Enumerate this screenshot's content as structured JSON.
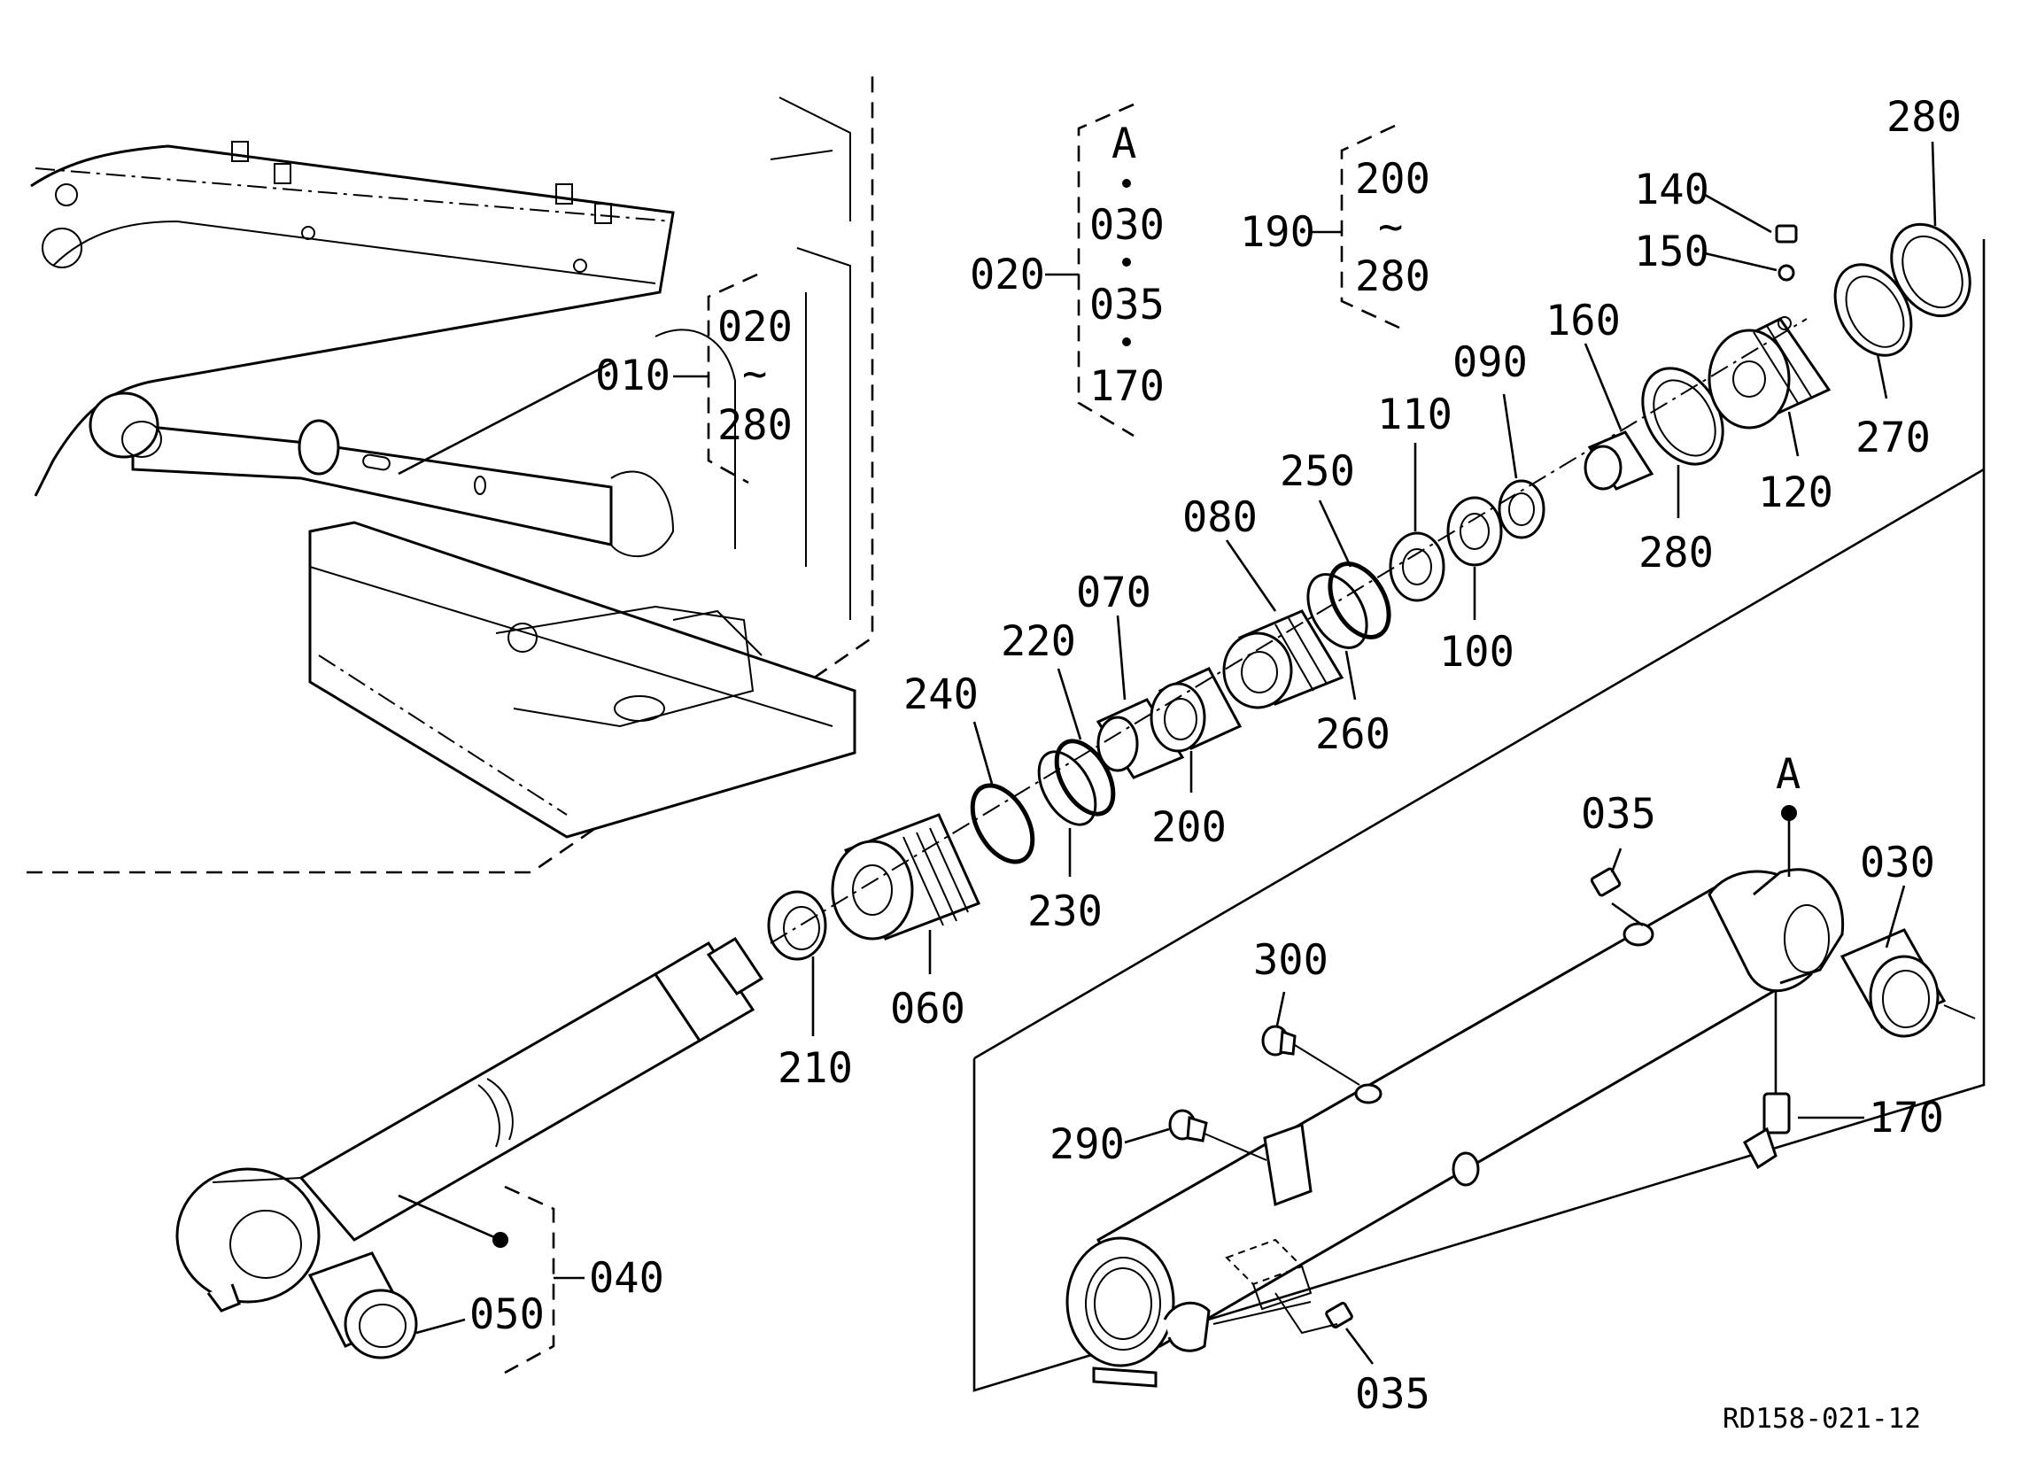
{
  "callouts": {
    "p010": "010",
    "p020": "020",
    "p030": "030",
    "p035a": "035",
    "p035b": "035",
    "p040": "040",
    "p050": "050",
    "p060": "060",
    "p070": "070",
    "p080": "080",
    "p090": "090",
    "p100": "100",
    "p110": "110",
    "p120": "120",
    "p140": "140",
    "p150": "150",
    "p160": "160",
    "p170": "170",
    "p190": "190",
    "p200": "200",
    "p210": "210",
    "p220": "220",
    "p230": "230",
    "p240": "240",
    "p250": "250",
    "p260": "260",
    "p270": "270",
    "p280a": "280",
    "p280b": "280",
    "p290": "290",
    "p300": "300",
    "markerA": "A"
  },
  "groups": {
    "g010": {
      "from": "020",
      "tilde": "~",
      "to": "280"
    },
    "g020": {
      "top": "A",
      "items": [
        "030",
        "035",
        "170"
      ]
    },
    "g190": {
      "from": "200",
      "tilde": "~",
      "to": "280"
    }
  },
  "reference_code": "RD158-021-12"
}
